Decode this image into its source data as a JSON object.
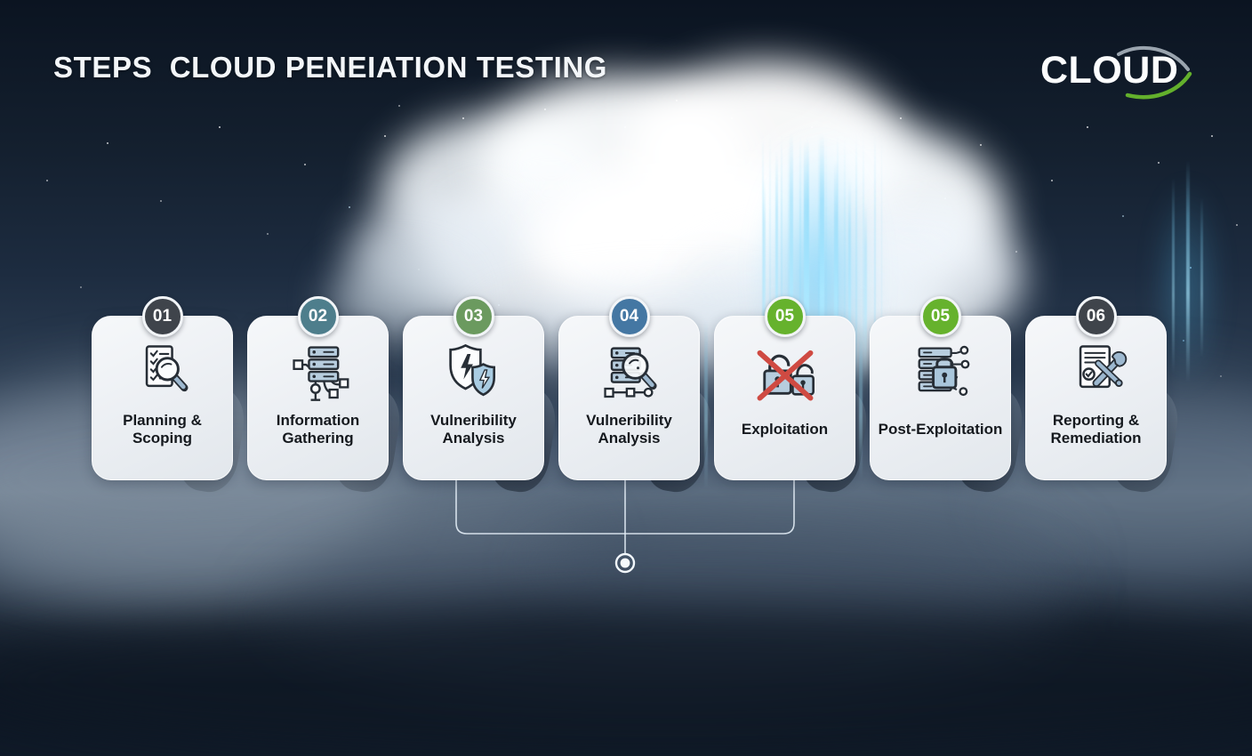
{
  "title": "STEPS  CLOUD PENEIATION TESTING",
  "logo": {
    "text": "CLOUD",
    "arc_top_color": "#9aa4ae",
    "arc_bottom_color": "#63b02c"
  },
  "steps": [
    {
      "number": "01",
      "label": "Planning & Scoping",
      "badge_color": "#3f444b",
      "icon": "checklist-magnifier"
    },
    {
      "number": "02",
      "label": "Information Gathering",
      "badge_color": "#4e7e8c",
      "icon": "server-network"
    },
    {
      "number": "03",
      "label": "Vulneribility Analysis",
      "badge_color": "#6b9a5f",
      "icon": "shield-lightning"
    },
    {
      "number": "04",
      "label": "Vulneribility Analysis",
      "badge_color": "#4477a3",
      "icon": "server-magnifier"
    },
    {
      "number": "05",
      "label": "Exploitation",
      "badge_color": "#66b22d",
      "icon": "padlocks-crossed"
    },
    {
      "number": "05",
      "label": "Post-Exploitation",
      "badge_color": "#66b22d",
      "icon": "server-lock"
    },
    {
      "number": "06",
      "label": "Reporting & Remediation",
      "badge_color": "#3f444b",
      "icon": "report-tools"
    }
  ],
  "colors": {
    "red_cross": "#cf4a42",
    "rain_cyan": "#7fd6fa",
    "connector_line": "#e3edf6",
    "card_text": "#15191e",
    "icon_stroke": "#272e36",
    "icon_blue_fill": "#b7cdde",
    "icon_handle_blue": "#9db8cf"
  }
}
